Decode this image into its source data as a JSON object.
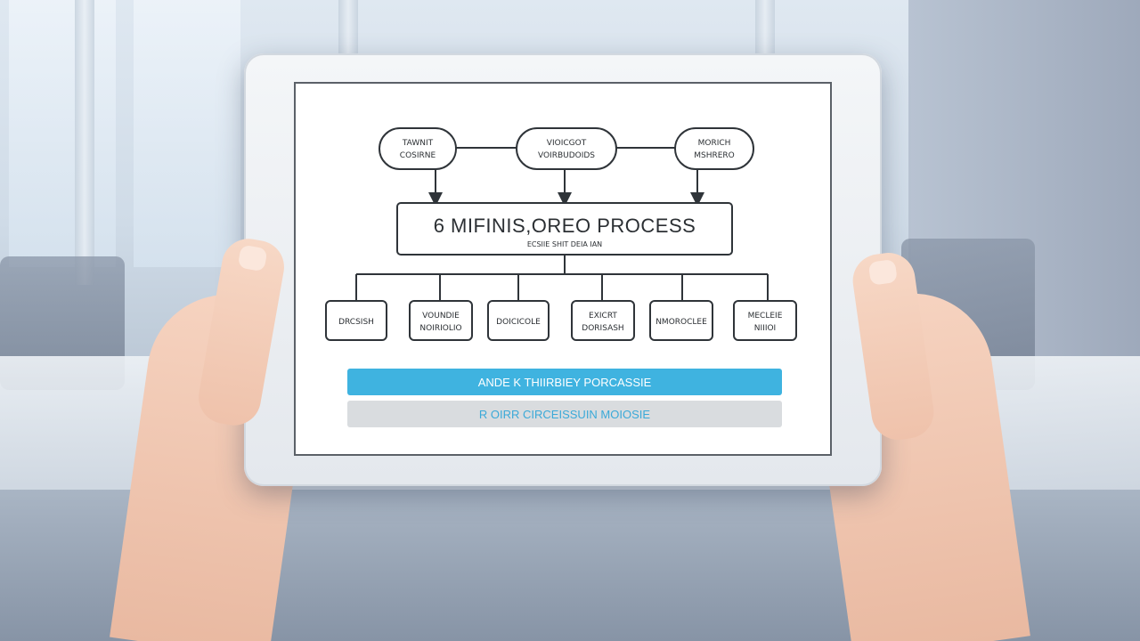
{
  "colors": {
    "screen_bg": "#ffffff",
    "node_border": "#2f3439",
    "connector": "#2f3439",
    "primary_bar": "#3fb3e0",
    "secondary_bar": "#d9dcdf",
    "secondary_text": "#3aa9d8",
    "primary_text": "#ffffff"
  },
  "icons": {
    "arrow": "arrow-down-icon"
  },
  "diagram": {
    "top_nodes": [
      {
        "line1": "TAWNIT",
        "line2": "COSIRNE"
      },
      {
        "line1": "VIOICGOT",
        "line2": "VOIRBUDOIDS"
      },
      {
        "line1": "MORICH",
        "line2": "MSHRERO"
      }
    ],
    "center": {
      "title": "6 MIFINIS,OREO PROCESS",
      "subtitle": "ECSIIE SHIT  DEIA IAN"
    },
    "bottom_nodes": [
      {
        "line1": "DRCSISH",
        "line2": ""
      },
      {
        "line1": "VOUNDIE",
        "line2": "NOIRIOLIO"
      },
      {
        "line1": "DOICICOLE",
        "line2": ""
      },
      {
        "line1": "EXICRT",
        "line2": "DORISASH"
      },
      {
        "line1": "NMOROCLEE",
        "line2": ""
      },
      {
        "line1": "MECLEIE",
        "line2": "NIIIOI"
      }
    ],
    "bars": {
      "primary": "ANDE K  THIIRBIEY PORCASSIE",
      "secondary": "R OIRR  CIRCEISSUIN MOIOSIE"
    }
  }
}
